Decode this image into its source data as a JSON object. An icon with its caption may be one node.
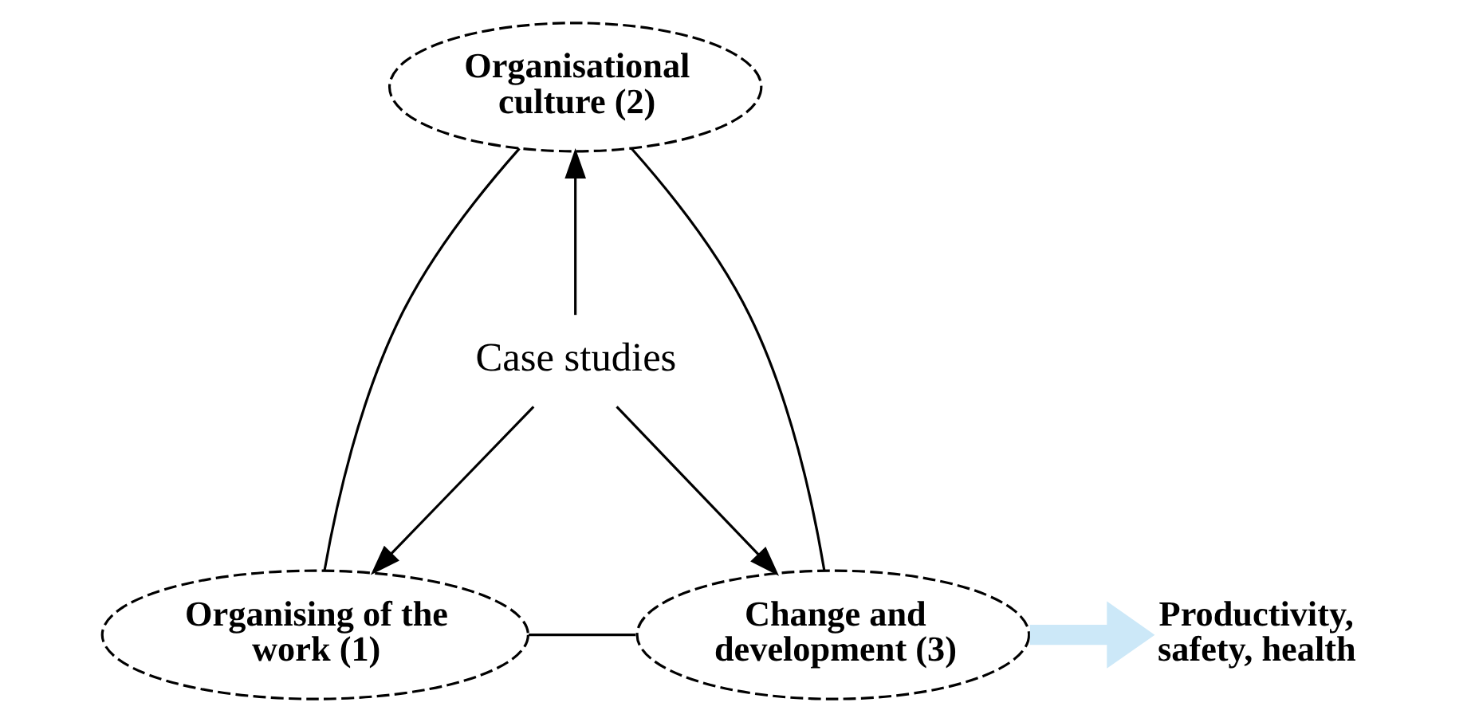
{
  "diagram": {
    "nodes": [
      {
        "text": [
          "Organisational culture (2)"
        ]
      },
      {
        "text": [
          "Case studies"
        ]
      },
      {
        "text": [
          "Organising of the work (1)"
        ]
      },
      {
        "text": [
          "Change and development (3)"
        ]
      },
      {
        "text": [
          "Productivity, safety, health"
        ]
      }
    ],
    "edges": [
      {
        "from": 1,
        "to": 0,
        "arrow": "to"
      },
      {
        "from": 1,
        "to": 2,
        "arrow": "to"
      },
      {
        "from": 1,
        "to": 3,
        "arrow": "to"
      },
      {
        "from": 0,
        "to": 2,
        "arrow": "none"
      },
      {
        "from": 0,
        "to": 3,
        "arrow": "none"
      },
      {
        "from": 2,
        "to": 3,
        "arrow": "none"
      },
      {
        "from": 3,
        "to": 4,
        "arrow": "to",
        "style": "thick",
        "color": "#cce8f8"
      }
    ]
  }
}
